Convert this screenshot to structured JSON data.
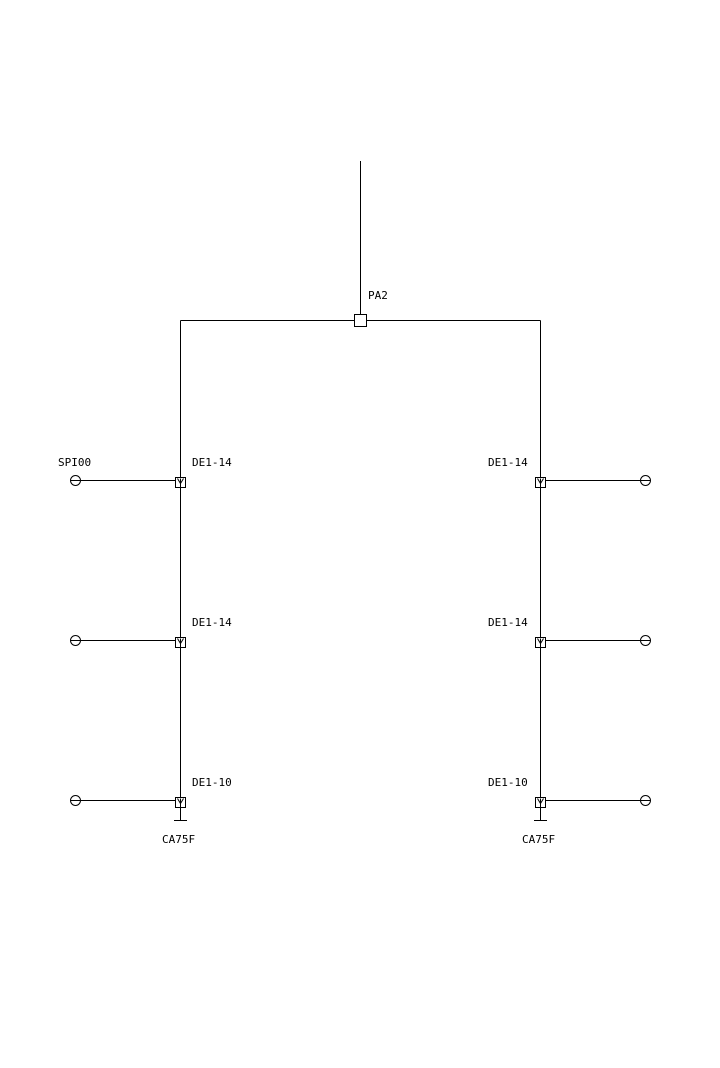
{
  "diagram": {
    "hub_label": "PA2",
    "source_label": "SPI00",
    "left_branch": {
      "taps": [
        "DE1-14",
        "DE1-14",
        "DE1-10"
      ],
      "end_label": "CA75F"
    },
    "right_branch": {
      "taps": [
        "DE1-14",
        "DE1-14",
        "DE1-10"
      ],
      "end_label": "CA75F"
    }
  }
}
